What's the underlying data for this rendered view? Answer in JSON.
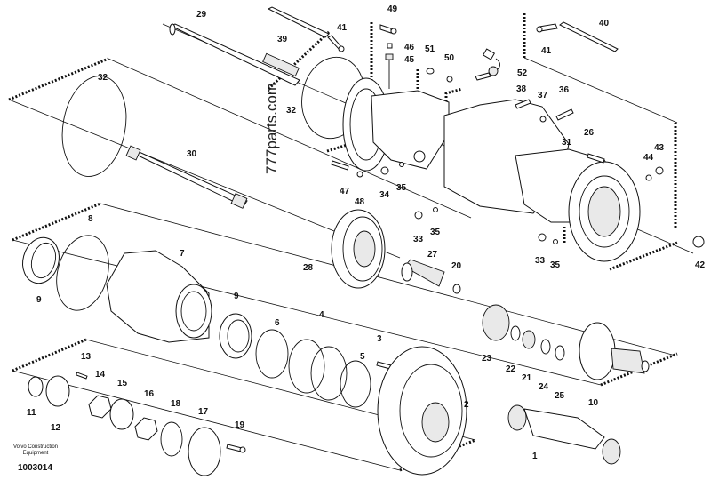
{
  "diagram": {
    "watermark": "777parts.com",
    "brand_line1": "Volvo Construction",
    "brand_line2": "Equipment",
    "document_number": "1003014",
    "callouts": [
      {
        "id": "c29",
        "label": "29"
      },
      {
        "id": "c39",
        "label": "39"
      },
      {
        "id": "c41a",
        "label": "41"
      },
      {
        "id": "c49",
        "label": "49"
      },
      {
        "id": "c46",
        "label": "46"
      },
      {
        "id": "c45",
        "label": "45"
      },
      {
        "id": "c51",
        "label": "51"
      },
      {
        "id": "c50",
        "label": "50"
      },
      {
        "id": "c52",
        "label": "52"
      },
      {
        "id": "c40",
        "label": "40"
      },
      {
        "id": "c41b",
        "label": "41"
      },
      {
        "id": "c32a",
        "label": "32"
      },
      {
        "id": "c32b",
        "label": "32"
      },
      {
        "id": "c38",
        "label": "38"
      },
      {
        "id": "c37",
        "label": "37"
      },
      {
        "id": "c36",
        "label": "36"
      },
      {
        "id": "c26",
        "label": "26"
      },
      {
        "id": "c31",
        "label": "31"
      },
      {
        "id": "c44",
        "label": "44"
      },
      {
        "id": "c43",
        "label": "43"
      },
      {
        "id": "c30",
        "label": "30"
      },
      {
        "id": "c47",
        "label": "47"
      },
      {
        "id": "c48",
        "label": "48"
      },
      {
        "id": "c34",
        "label": "34"
      },
      {
        "id": "c35a",
        "label": "35"
      },
      {
        "id": "c33a",
        "label": "33"
      },
      {
        "id": "c35b",
        "label": "35"
      },
      {
        "id": "c33b",
        "label": "33"
      },
      {
        "id": "c35c",
        "label": "35"
      },
      {
        "id": "c42",
        "label": "42"
      },
      {
        "id": "c8",
        "label": "8"
      },
      {
        "id": "c9a",
        "label": "9"
      },
      {
        "id": "c7",
        "label": "7"
      },
      {
        "id": "c28",
        "label": "28"
      },
      {
        "id": "c27",
        "label": "27"
      },
      {
        "id": "c20",
        "label": "20"
      },
      {
        "id": "c9b",
        "label": "9"
      },
      {
        "id": "c6",
        "label": "6"
      },
      {
        "id": "c4",
        "label": "4"
      },
      {
        "id": "c3",
        "label": "3"
      },
      {
        "id": "c5",
        "label": "5"
      },
      {
        "id": "c23",
        "label": "23"
      },
      {
        "id": "c22",
        "label": "22"
      },
      {
        "id": "c21",
        "label": "21"
      },
      {
        "id": "c24",
        "label": "24"
      },
      {
        "id": "c25",
        "label": "25"
      },
      {
        "id": "c10",
        "label": "10"
      },
      {
        "id": "c2",
        "label": "2"
      },
      {
        "id": "c1",
        "label": "1"
      },
      {
        "id": "c13",
        "label": "13"
      },
      {
        "id": "c14",
        "label": "14"
      },
      {
        "id": "c15",
        "label": "15"
      },
      {
        "id": "c16",
        "label": "16"
      },
      {
        "id": "c11",
        "label": "11"
      },
      {
        "id": "c12",
        "label": "12"
      },
      {
        "id": "c18",
        "label": "18"
      },
      {
        "id": "c17",
        "label": "17"
      },
      {
        "id": "c19",
        "label": "19"
      }
    ]
  }
}
